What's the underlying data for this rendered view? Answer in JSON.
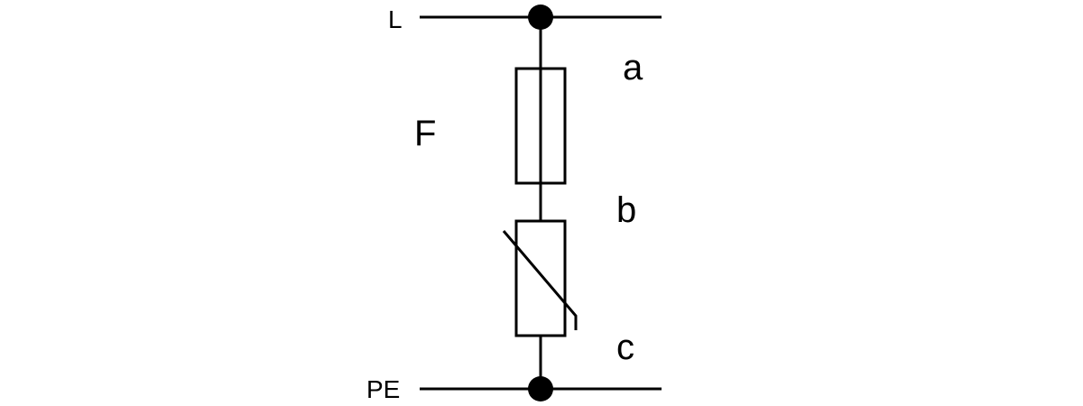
{
  "labels": {
    "line": "L",
    "protective_earth": "PE",
    "fuse": "F",
    "point_a": "a",
    "point_b": "b",
    "point_c": "c"
  },
  "colors": {
    "stroke": "#000000",
    "background": "#ffffff"
  }
}
